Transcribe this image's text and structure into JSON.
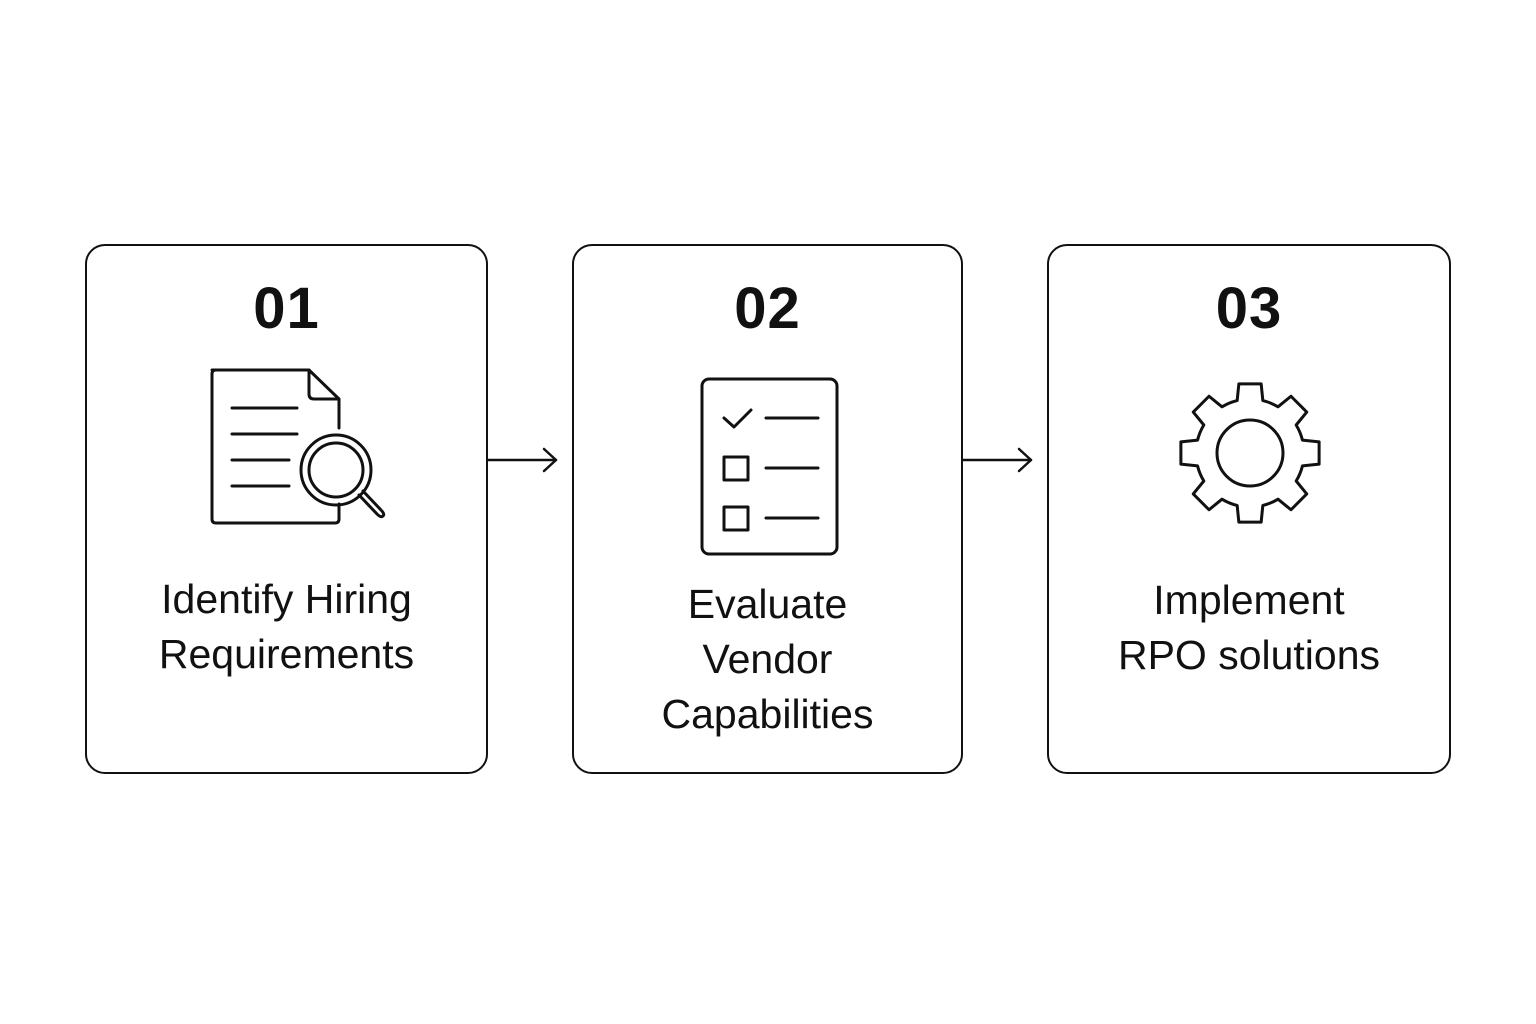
{
  "diagram": {
    "type": "process-flow",
    "steps": [
      {
        "number": "01",
        "icon": "document-search-icon",
        "title_lines": [
          "Identify Hiring",
          "Requirements"
        ]
      },
      {
        "number": "02",
        "icon": "checklist-icon",
        "title_lines": [
          "Evaluate",
          "Vendor",
          "Capabilities"
        ]
      },
      {
        "number": "03",
        "icon": "gear-icon",
        "title_lines": [
          "Implement",
          "RPO solutions"
        ]
      }
    ],
    "connectors": [
      {
        "from": "01",
        "to": "02",
        "style": "arrow-right"
      },
      {
        "from": "02",
        "to": "03",
        "style": "arrow-right"
      }
    ],
    "colors": {
      "stroke": "#111111",
      "background": "#ffffff"
    }
  }
}
